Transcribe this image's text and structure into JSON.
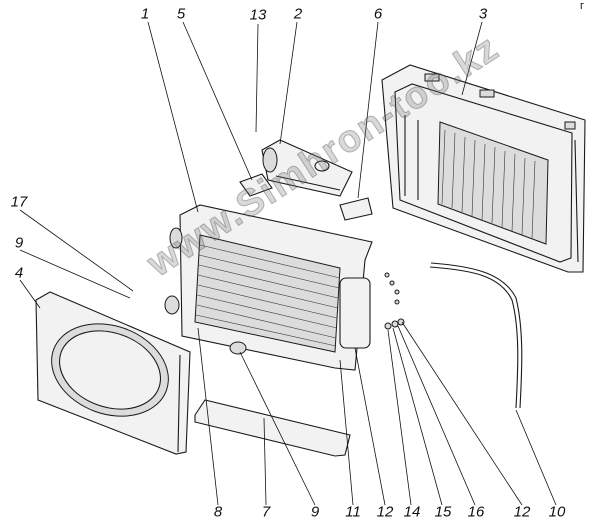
{
  "corner_mark": "г",
  "watermark": "www.Simhron-too.kz",
  "callouts": {
    "c1": "1",
    "c5": "5",
    "c13": "13",
    "c2": "2",
    "c6": "6",
    "c3": "3",
    "c17": "17",
    "c9top": "9",
    "c4": "4",
    "c8": "8",
    "c7": "7",
    "c9bottom": "9",
    "c11": "11",
    "c12a": "12",
    "c14": "14",
    "c15": "15",
    "c16": "16",
    "c12b": "12",
    "c10": "10"
  }
}
